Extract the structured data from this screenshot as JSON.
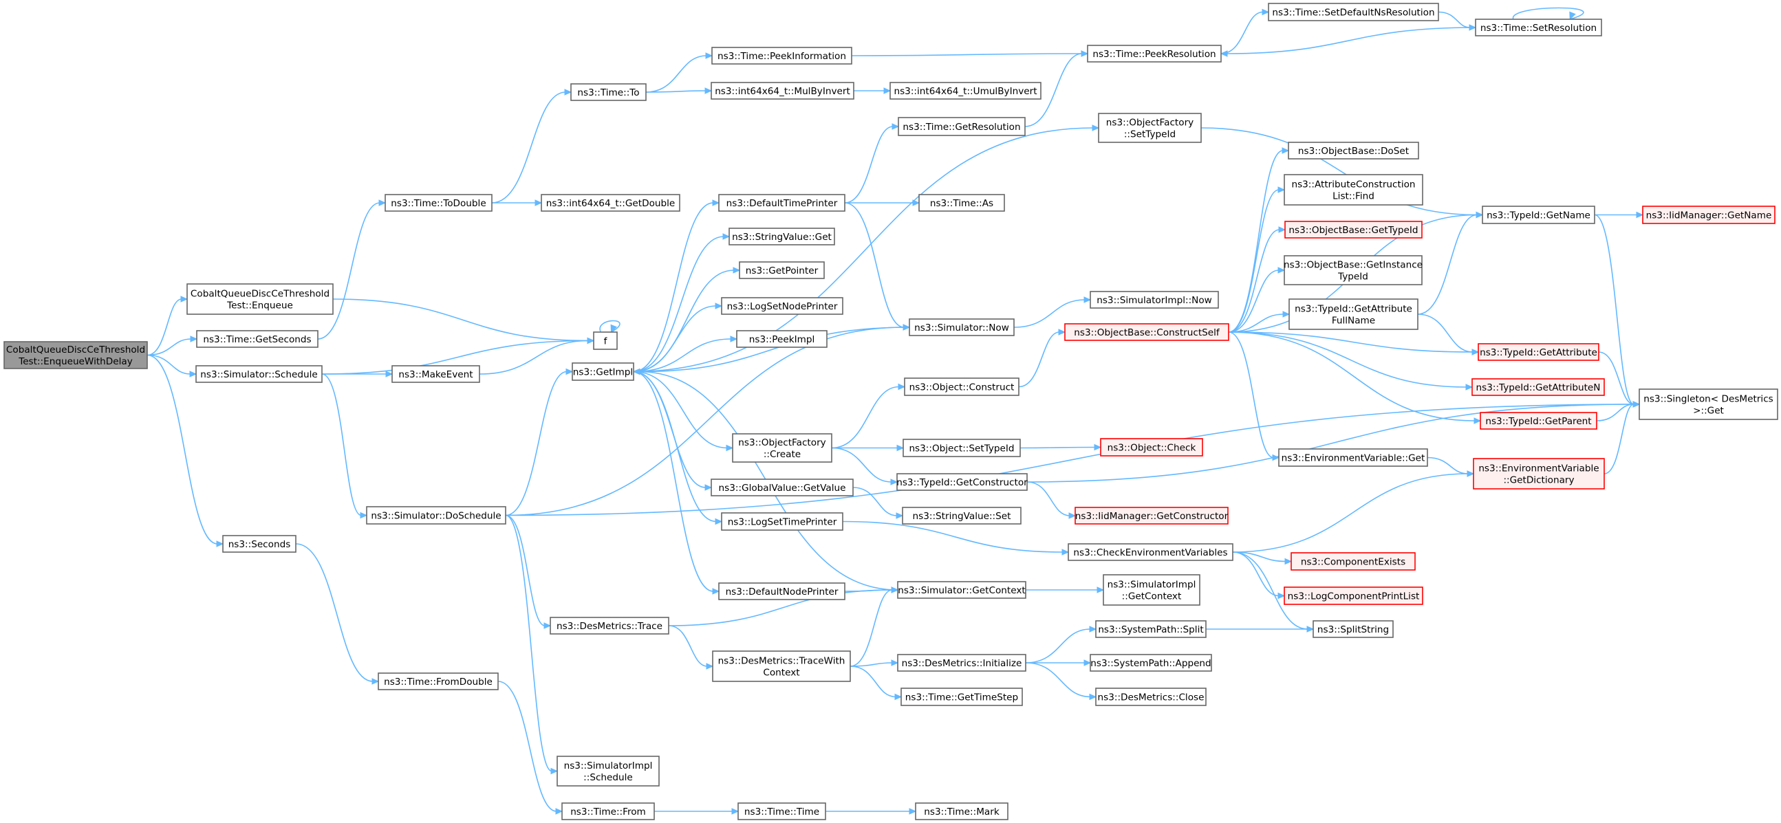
{
  "colors": {
    "edge": "#63b8ff",
    "node_border": "#666666",
    "node_fill": "#ffffff",
    "incomplete_border": "#ff0000",
    "incomplete_fill": "#fff0f0",
    "root_fill": "#999999"
  },
  "nodes": [
    {
      "id": "root",
      "lines": [
        "CobaltQueueDiscCeThreshold",
        "Test::EnqueueWithDelay"
      ],
      "style": "root"
    },
    {
      "id": "enqueue",
      "lines": [
        "CobaltQueueDiscCeThreshold",
        "Test::Enqueue"
      ],
      "style": "normal"
    },
    {
      "id": "getseconds",
      "lines": [
        "ns3::Time::GetSeconds"
      ],
      "style": "normal"
    },
    {
      "id": "schedule",
      "lines": [
        "ns3::Simulator::Schedule"
      ],
      "style": "normal"
    },
    {
      "id": "seconds",
      "lines": [
        "ns3::Seconds"
      ],
      "style": "normal"
    },
    {
      "id": "todouble",
      "lines": [
        "ns3::Time::ToDouble"
      ],
      "style": "normal"
    },
    {
      "id": "f",
      "lines": [
        "f"
      ],
      "style": "normal"
    },
    {
      "id": "makeevent",
      "lines": [
        "ns3::MakeEvent"
      ],
      "style": "normal"
    },
    {
      "id": "doschedule",
      "lines": [
        "ns3::Simulator::DoSchedule"
      ],
      "style": "normal"
    },
    {
      "id": "fromdouble",
      "lines": [
        "ns3::Time::FromDouble"
      ],
      "style": "normal"
    },
    {
      "id": "timeto",
      "lines": [
        "ns3::Time::To"
      ],
      "style": "normal"
    },
    {
      "id": "getdouble",
      "lines": [
        "ns3::int64x64_t::GetDouble"
      ],
      "style": "normal"
    },
    {
      "id": "getimpl",
      "lines": [
        "ns3::GetImpl"
      ],
      "style": "normal"
    },
    {
      "id": "destrace",
      "lines": [
        "ns3::DesMetrics::Trace"
      ],
      "style": "normal"
    },
    {
      "id": "simimplschedule",
      "lines": [
        "ns3::SimulatorImpl",
        "::Schedule"
      ],
      "style": "normal"
    },
    {
      "id": "timefrom",
      "lines": [
        "ns3::Time::From"
      ],
      "style": "normal"
    },
    {
      "id": "peekinfo",
      "lines": [
        "ns3::Time::PeekInformation"
      ],
      "style": "normal"
    },
    {
      "id": "mulbyinvert",
      "lines": [
        "ns3::int64x64_t::MulByInvert"
      ],
      "style": "normal"
    },
    {
      "id": "defaulttimeprinter",
      "lines": [
        "ns3::DefaultTimePrinter"
      ],
      "style": "normal"
    },
    {
      "id": "stringvalueget",
      "lines": [
        "ns3::StringValue::Get"
      ],
      "style": "normal"
    },
    {
      "id": "getpointer",
      "lines": [
        "ns3::GetPointer"
      ],
      "style": "normal"
    },
    {
      "id": "logsetnodeprinter",
      "lines": [
        "ns3::LogSetNodePrinter"
      ],
      "style": "normal"
    },
    {
      "id": "peekimpl",
      "lines": [
        "ns3::PeekImpl"
      ],
      "style": "normal"
    },
    {
      "id": "objfactorycreate",
      "lines": [
        "ns3::ObjectFactory",
        "::Create"
      ],
      "style": "normal"
    },
    {
      "id": "globalvalueget",
      "lines": [
        "ns3::GlobalValue::GetValue"
      ],
      "style": "normal"
    },
    {
      "id": "logsettimeprinter",
      "lines": [
        "ns3::LogSetTimePrinter"
      ],
      "style": "normal"
    },
    {
      "id": "defaultnodeprinter",
      "lines": [
        "ns3::DefaultNodePrinter"
      ],
      "style": "normal"
    },
    {
      "id": "tracewithcontext",
      "lines": [
        "ns3::DesMetrics::TraceWith",
        "Context"
      ],
      "style": "normal"
    },
    {
      "id": "timetime",
      "lines": [
        "ns3::Time::Time"
      ],
      "style": "normal"
    },
    {
      "id": "umulbyinvert",
      "lines": [
        "ns3::int64x64_t::UmulByInvert"
      ],
      "style": "normal"
    },
    {
      "id": "getresolution",
      "lines": [
        "ns3::Time::GetResolution"
      ],
      "style": "normal"
    },
    {
      "id": "timeas",
      "lines": [
        "ns3::Time::As"
      ],
      "style": "normal"
    },
    {
      "id": "simnow",
      "lines": [
        "ns3::Simulator::Now"
      ],
      "style": "normal"
    },
    {
      "id": "objconstruct",
      "lines": [
        "ns3::Object::Construct"
      ],
      "style": "normal"
    },
    {
      "id": "objsettypeid",
      "lines": [
        "ns3::Object::SetTypeId"
      ],
      "style": "normal"
    },
    {
      "id": "getconstructor",
      "lines": [
        "ns3::TypeId::GetConstructor"
      ],
      "style": "normal"
    },
    {
      "id": "stringvalueset",
      "lines": [
        "ns3::StringValue::Set"
      ],
      "style": "normal"
    },
    {
      "id": "simgetcontext",
      "lines": [
        "ns3::Simulator::GetContext"
      ],
      "style": "normal"
    },
    {
      "id": "desinit",
      "lines": [
        "ns3::DesMetrics::Initialize"
      ],
      "style": "normal"
    },
    {
      "id": "gettimestep",
      "lines": [
        "ns3::Time::GetTimeStep"
      ],
      "style": "normal"
    },
    {
      "id": "timemark",
      "lines": [
        "ns3::Time::Mark"
      ],
      "style": "normal"
    },
    {
      "id": "peekresolution",
      "lines": [
        "ns3::Time::PeekResolution"
      ],
      "style": "normal"
    },
    {
      "id": "objfactorysettypeid",
      "lines": [
        "ns3::ObjectFactory",
        "::SetTypeId"
      ],
      "style": "normal"
    },
    {
      "id": "simimplnow",
      "lines": [
        "ns3::SimulatorImpl::Now"
      ],
      "style": "normal"
    },
    {
      "id": "constructself",
      "lines": [
        "ns3::ObjectBase::ConstructSelf"
      ],
      "style": "red"
    },
    {
      "id": "objcheck",
      "lines": [
        "ns3::Object::Check"
      ],
      "style": "red"
    },
    {
      "id": "iidgetconstructor",
      "lines": [
        "ns3::IidManager::GetConstructor"
      ],
      "style": "red"
    },
    {
      "id": "checkenvvars",
      "lines": [
        "ns3::CheckEnvironmentVariables"
      ],
      "style": "normal"
    },
    {
      "id": "simimplgetcontext",
      "lines": [
        "ns3::SimulatorImpl",
        "::GetContext"
      ],
      "style": "normal"
    },
    {
      "id": "syspathsplit",
      "lines": [
        "ns3::SystemPath::Split"
      ],
      "style": "normal"
    },
    {
      "id": "syspathappend",
      "lines": [
        "ns3::SystemPath::Append"
      ],
      "style": "normal"
    },
    {
      "id": "desclose",
      "lines": [
        "ns3::DesMetrics::Close"
      ],
      "style": "normal"
    },
    {
      "id": "setdefaultns",
      "lines": [
        "ns3::Time::SetDefaultNsResolution"
      ],
      "style": "normal"
    },
    {
      "id": "objbasedoset",
      "lines": [
        "ns3::ObjectBase::DoSet"
      ],
      "style": "normal"
    },
    {
      "id": "attrconstructfind",
      "lines": [
        "ns3::AttributeConstruction",
        "List::Find"
      ],
      "style": "normal"
    },
    {
      "id": "objbasegettypeid",
      "lines": [
        "ns3::ObjectBase::GetTypeId"
      ],
      "style": "red"
    },
    {
      "id": "objbasegetinstance",
      "lines": [
        "ns3::ObjectBase::GetInstance",
        "TypeId"
      ],
      "style": "normal"
    },
    {
      "id": "getattrfullname",
      "lines": [
        "ns3::TypeId::GetAttribute",
        "FullName"
      ],
      "style": "normal"
    },
    {
      "id": "envvarget",
      "lines": [
        "ns3::EnvironmentVariable::Get"
      ],
      "style": "normal"
    },
    {
      "id": "componentexists",
      "lines": [
        "ns3::ComponentExists"
      ],
      "style": "red"
    },
    {
      "id": "logcomponentprintlist",
      "lines": [
        "ns3::LogComponentPrintList"
      ],
      "style": "red"
    },
    {
      "id": "splitstring",
      "lines": [
        "ns3::SplitString"
      ],
      "style": "normal"
    },
    {
      "id": "setresolution",
      "lines": [
        "ns3::Time::SetResolution"
      ],
      "style": "normal"
    },
    {
      "id": "typeidgetname",
      "lines": [
        "ns3::TypeId::GetName"
      ],
      "style": "normal"
    },
    {
      "id": "typeidgetattribute",
      "lines": [
        "ns3::TypeId::GetAttribute"
      ],
      "style": "red"
    },
    {
      "id": "typeidgetattributen",
      "lines": [
        "ns3::TypeId::GetAttributeN"
      ],
      "style": "red"
    },
    {
      "id": "typeidgetparent",
      "lines": [
        "ns3::TypeId::GetParent"
      ],
      "style": "red"
    },
    {
      "id": "envvargetdictionary",
      "lines": [
        "ns3::EnvironmentVariable",
        "::GetDictionary"
      ],
      "style": "red"
    },
    {
      "id": "iidgetname",
      "lines": [
        "ns3::IidManager::GetName"
      ],
      "style": "red"
    },
    {
      "id": "singletonget",
      "lines": [
        "ns3::Singleton< DesMetrics",
        " >::Get"
      ],
      "style": "normal"
    }
  ],
  "edges": [
    [
      "root",
      "enqueue"
    ],
    [
      "root",
      "getseconds"
    ],
    [
      "root",
      "schedule"
    ],
    [
      "root",
      "seconds"
    ],
    [
      "enqueue",
      "f"
    ],
    [
      "getseconds",
      "todouble"
    ],
    [
      "schedule",
      "f"
    ],
    [
      "schedule",
      "makeevent"
    ],
    [
      "schedule",
      "doschedule"
    ],
    [
      "seconds",
      "fromdouble"
    ],
    [
      "todouble",
      "timeto"
    ],
    [
      "todouble",
      "getdouble"
    ],
    [
      "f",
      "f"
    ],
    [
      "makeevent",
      "f"
    ],
    [
      "doschedule",
      "getimpl"
    ],
    [
      "doschedule",
      "simnow"
    ],
    [
      "doschedule",
      "destrace"
    ],
    [
      "doschedule",
      "simimplschedule"
    ],
    [
      "doschedule",
      "singletonget"
    ],
    [
      "fromdouble",
      "timefrom"
    ],
    [
      "timeto",
      "peekinfo"
    ],
    [
      "timeto",
      "mulbyinvert"
    ],
    [
      "getimpl",
      "defaulttimeprinter"
    ],
    [
      "getimpl",
      "stringvalueget"
    ],
    [
      "getimpl",
      "getpointer"
    ],
    [
      "getimpl",
      "logsetnodeprinter"
    ],
    [
      "getimpl",
      "peekimpl"
    ],
    [
      "getimpl",
      "objfactorycreate"
    ],
    [
      "getimpl",
      "globalvalueget"
    ],
    [
      "getimpl",
      "logsettimeprinter"
    ],
    [
      "getimpl",
      "defaultnodeprinter"
    ],
    [
      "getimpl",
      "objfactorysettypeid"
    ],
    [
      "destrace",
      "simgetcontext"
    ],
    [
      "destrace",
      "tracewithcontext"
    ],
    [
      "timefrom",
      "timetime"
    ],
    [
      "peekinfo",
      "peekresolution"
    ],
    [
      "mulbyinvert",
      "umulbyinvert"
    ],
    [
      "defaulttimeprinter",
      "getresolution"
    ],
    [
      "defaulttimeprinter",
      "timeas"
    ],
    [
      "defaulttimeprinter",
      "simnow"
    ],
    [
      "objfactorycreate",
      "objconstruct"
    ],
    [
      "objfactorycreate",
      "objsettypeid"
    ],
    [
      "objfactorycreate",
      "getconstructor"
    ],
    [
      "globalvalueget",
      "stringvalueset"
    ],
    [
      "logsettimeprinter",
      "checkenvvars"
    ],
    [
      "defaultnodeprinter",
      "simgetcontext"
    ],
    [
      "tracewithcontext",
      "simgetcontext"
    ],
    [
      "tracewithcontext",
      "desinit"
    ],
    [
      "tracewithcontext",
      "gettimestep"
    ],
    [
      "timetime",
      "timemark"
    ],
    [
      "getresolution",
      "peekresolution"
    ],
    [
      "simnow",
      "getimpl"
    ],
    [
      "simnow",
      "simimplnow"
    ],
    [
      "simgetcontext",
      "getimpl"
    ],
    [
      "simgetcontext",
      "simimplgetcontext"
    ],
    [
      "objconstruct",
      "constructself"
    ],
    [
      "objsettypeid",
      "objcheck"
    ],
    [
      "getconstructor",
      "iidgetconstructor"
    ],
    [
      "getconstructor",
      "singletonget"
    ],
    [
      "desinit",
      "syspathsplit"
    ],
    [
      "desinit",
      "syspathappend"
    ],
    [
      "desinit",
      "desclose"
    ],
    [
      "peekresolution",
      "setdefaultns"
    ],
    [
      "objfactorysettypeid",
      "typeidgetname"
    ],
    [
      "constructself",
      "objbasedoset"
    ],
    [
      "constructself",
      "attrconstructfind"
    ],
    [
      "constructself",
      "objbasegettypeid"
    ],
    [
      "constructself",
      "objbasegetinstance"
    ],
    [
      "constructself",
      "getattrfullname"
    ],
    [
      "constructself",
      "typeidgetattribute"
    ],
    [
      "constructself",
      "typeidgetattributen"
    ],
    [
      "constructself",
      "typeidgetparent"
    ],
    [
      "constructself",
      "envvarget"
    ],
    [
      "constructself",
      "typeidgetname"
    ],
    [
      "checkenvvars",
      "envvargetdictionary"
    ],
    [
      "checkenvvars",
      "componentexists"
    ],
    [
      "checkenvvars",
      "logcomponentprintlist"
    ],
    [
      "checkenvvars",
      "splitstring"
    ],
    [
      "syspathsplit",
      "splitstring"
    ],
    [
      "setdefaultns",
      "setresolution"
    ],
    [
      "getattrfullname",
      "typeidgetname"
    ],
    [
      "getattrfullname",
      "typeidgetattribute"
    ],
    [
      "envvarget",
      "envvargetdictionary"
    ],
    [
      "setresolution",
      "setresolution"
    ],
    [
      "setresolution",
      "peekresolution"
    ],
    [
      "typeidgetname",
      "iidgetname"
    ],
    [
      "typeidgetname",
      "singletonget"
    ],
    [
      "typeidgetattribute",
      "singletonget"
    ],
    [
      "typeidgetparent",
      "singletonget"
    ],
    [
      "envvargetdictionary",
      "singletonget"
    ]
  ]
}
